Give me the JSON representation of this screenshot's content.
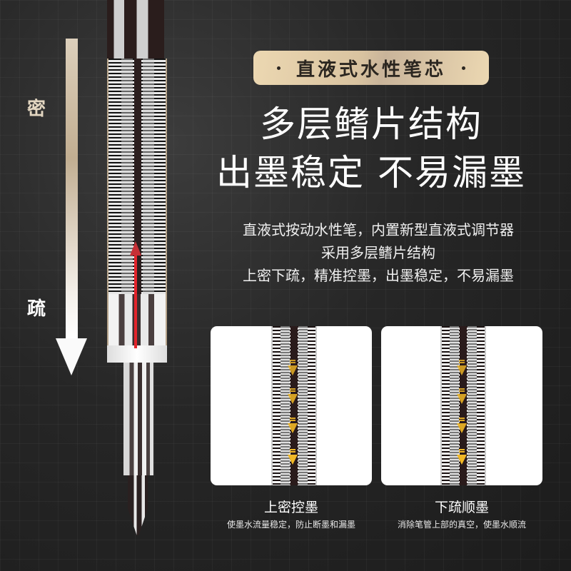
{
  "badge": {
    "text": "直液式水性笔芯"
  },
  "headline": {
    "line1": "多层鳍片结构",
    "line2": "出墨稳定 不易漏墨"
  },
  "description": {
    "line1": "直液式按动水性笔，内置新型直液式调节器",
    "line2": "采用多层鳍片结构",
    "line3": "上密下疏，精准控墨，出墨稳定，不易漏墨"
  },
  "density_scale": {
    "top_label": "密",
    "bottom_label": "疏"
  },
  "cards": [
    {
      "title": "上密控墨",
      "subtitle": "使墨水流量稳定，防止断墨和漏墨"
    },
    {
      "title": "下疏顺墨",
      "subtitle": "消除笔管上部的真空，使墨水顺流"
    }
  ],
  "colors": {
    "background": "#262626",
    "badge_gold": "#ecd8b2",
    "flow_arrow": "#f2b826",
    "red_arrow": "#e3242b"
  }
}
